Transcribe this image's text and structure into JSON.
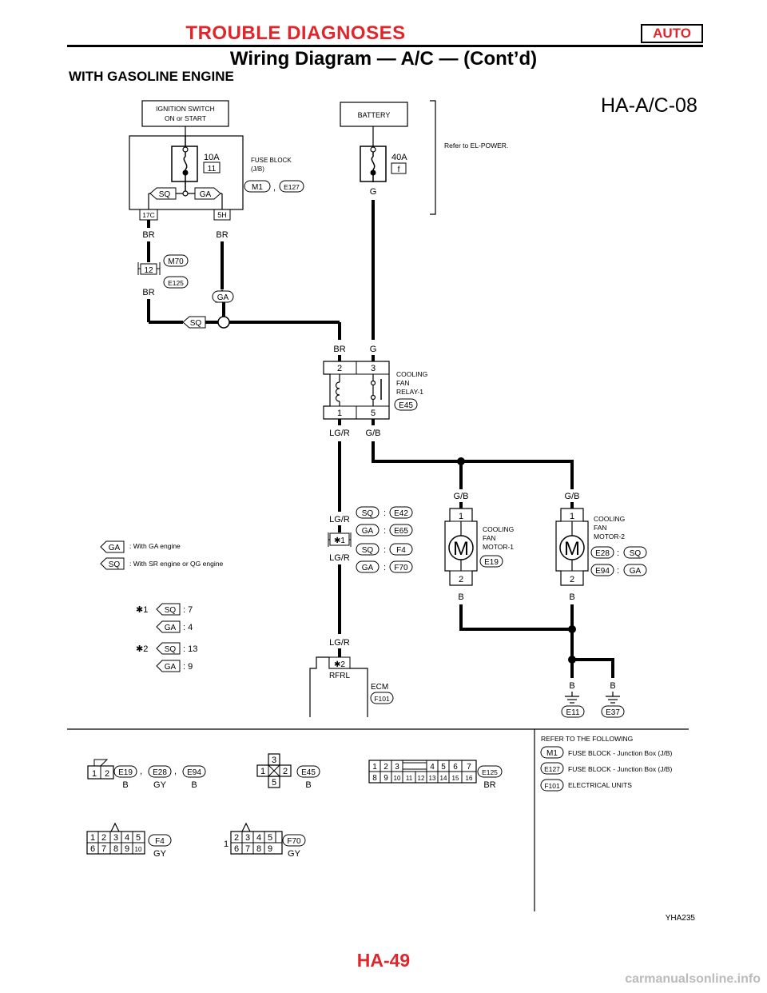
{
  "header": {
    "title": "TROUBLE DIAGNOSES",
    "badge": "AUTO",
    "subtitle": "Wiring Diagram — A/C — (Cont’d)",
    "section": "WITH GASOLINE ENGINE"
  },
  "diagram": {
    "code": "HA-A/C-08",
    "ignition": [
      "IGNITION SWITCH",
      "ON or START"
    ],
    "battery": "BATTERY",
    "fuse_block": [
      "FUSE BLOCK",
      "(J/B)"
    ],
    "refer_power": "Refer to EL-POWER.",
    "fuse1": {
      "amp": "10A",
      "num": "11"
    },
    "fuse2": {
      "amp": "40A",
      "num": "f"
    },
    "conn_m1": "M1",
    "comma": ",",
    "colon": ":",
    "conn_e127": "E127",
    "sq": "SQ",
    "ga": "GA",
    "pin_17c": "17C",
    "pin_5h": "5H",
    "wire_br": "BR",
    "wire_g": "G",
    "wire_lgr": "LG/R",
    "wire_gb": "G/B",
    "wire_b": "B",
    "conn_m70": "M70",
    "conn_e125": "E125",
    "pin_12": "12",
    "relay_label": [
      "COOLING",
      "FAN",
      "RELAY-1"
    ],
    "relay_conn": "E45",
    "relay_pins": [
      "2",
      "3",
      "1",
      "5"
    ],
    "star1": "✱1",
    "star2": "✱2",
    "sq_conns": [
      "E42",
      "F4"
    ],
    "ga_conns": [
      "E65",
      "F70"
    ],
    "motor1_label": [
      "COOLING",
      "FAN",
      "MOTOR-1"
    ],
    "motor1_conn": "E19",
    "motor2_label": [
      "COOLING",
      "FAN",
      "MOTOR-2"
    ],
    "motor2_conns": [
      "E28",
      "E94"
    ],
    "motor_letter": "M",
    "motor_pins": [
      "1",
      "2"
    ],
    "ecm": "ECM",
    "ecm_conn": "F101",
    "ecm_pin": "RFRL",
    "grounds": [
      "E11",
      "E37"
    ],
    "legend": [
      {
        "code": "GA",
        "text": ": With GA engine"
      },
      {
        "code": "SQ",
        "text": ": With SR engine or QG engine"
      }
    ],
    "star_values": [
      {
        "star": "✱1",
        "sq": ": 7",
        "ga": ": 4"
      },
      {
        "star": "✱2",
        "sq": ": 13",
        "ga": ": 9"
      }
    ],
    "refer": {
      "title": "REFER TO THE FOLLOWING",
      "items": [
        {
          "code": "M1",
          "text": "FUSE BLOCK - Junction Box (J/B)"
        },
        {
          "code": "E127",
          "text": "FUSE BLOCK - Junction Box (J/B)"
        },
        {
          "code": "F101",
          "text": "ELECTRICAL UNITS"
        }
      ]
    },
    "connectors": [
      {
        "codes": [
          "E19",
          "E28",
          "E94"
        ],
        "colors": [
          "B",
          "GY",
          "B"
        ],
        "pins": [
          "1",
          "2"
        ]
      },
      {
        "codes": [
          "E45"
        ],
        "colors": [
          "B"
        ],
        "pins": [
          "3",
          "1",
          "2",
          "5"
        ]
      },
      {
        "codes": [
          "E125"
        ],
        "colors": [
          "BR"
        ],
        "pins": [
          "1",
          "2",
          "3",
          "4",
          "5",
          "6",
          "7",
          "8",
          "9",
          "10",
          "11",
          "12",
          "13",
          "14",
          "15",
          "16"
        ]
      },
      {
        "codes": [
          "F4"
        ],
        "colors": [
          "GY"
        ],
        "pins": [
          "1",
          "2",
          "3",
          "4",
          "5",
          "6",
          "7",
          "8",
          "9",
          "10"
        ]
      },
      {
        "codes": [
          "F70"
        ],
        "colors": [
          "GY"
        ],
        "pins": [
          "1",
          "2",
          "3",
          "4",
          "5",
          "6",
          "7",
          "8",
          "9"
        ]
      }
    ],
    "figure_id": "YHA235"
  },
  "footer": {
    "page": "HA-49",
    "watermark": "carmanualsonline.info"
  }
}
